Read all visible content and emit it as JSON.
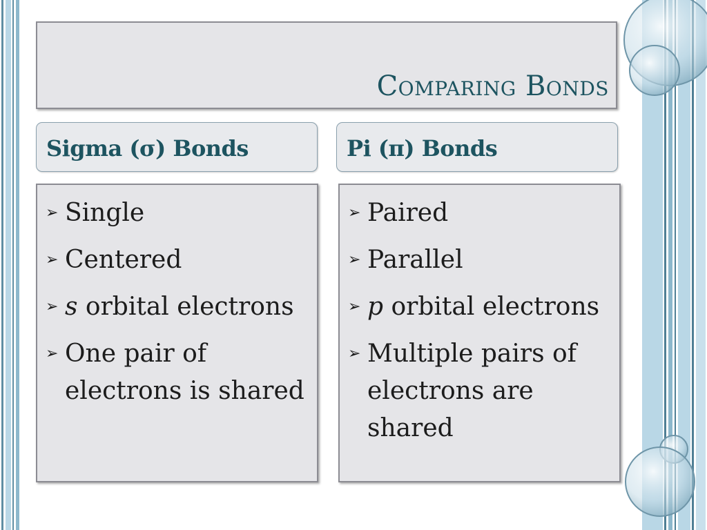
{
  "slide": {
    "title": "Comparing Bonds"
  },
  "columns": [
    {
      "header_prefix": "Sigma (",
      "header_symbol": "σ",
      "header_suffix": ") Bonds",
      "bullets": [
        {
          "italic": "",
          "text": "Single"
        },
        {
          "italic": "",
          "text": "Centered"
        },
        {
          "italic": "s",
          "text": " orbital electrons"
        },
        {
          "italic": "",
          "text": "One pair of electrons is shared"
        }
      ]
    },
    {
      "header_prefix": "Pi (",
      "header_symbol": "π",
      "header_suffix": ") Bonds",
      "bullets": [
        {
          "italic": "",
          "text": "Paired"
        },
        {
          "italic": "",
          "text": "Parallel"
        },
        {
          "italic": "p",
          "text": " orbital electrons"
        },
        {
          "italic": "",
          "text": "Multiple pairs of electrons are shared"
        }
      ]
    }
  ],
  "icons": {
    "bullet": "chevron-right-icon",
    "decor": "bubble-icon"
  },
  "colors": {
    "title": "#1d5460",
    "panel": "#e5e5e8",
    "stripe_light": "#b9d7e6",
    "stripe_dark": "#4f7f95"
  }
}
